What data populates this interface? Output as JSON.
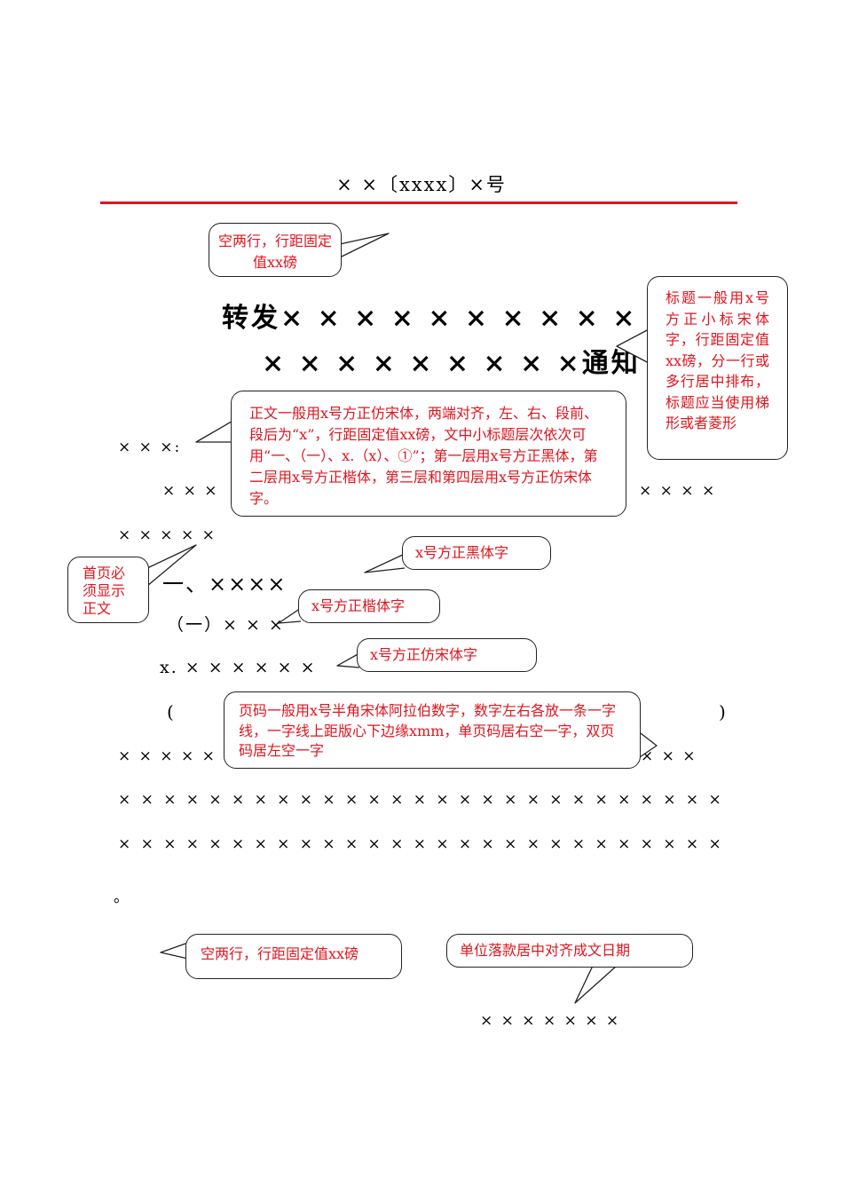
{
  "doc_number": "× ×〔xxxx〕×号",
  "title": {
    "line1": "转发× × × × × × × × × × ×",
    "line2": "× × × × × × × × ×通知"
  },
  "salutation": "× × ×:",
  "body_row_1_left": "× × ×",
  "body_row_1_right": "× × × ×",
  "body_row_2": "× × × × ×",
  "heading_1": "一、××××",
  "heading_2": "（一）× × ×",
  "heading_3": "x.  × × × × × ×",
  "paren_left": "(",
  "paren_right": ")",
  "body_row_3_left": "× × × × ×",
  "body_row_3_right": "× × ×",
  "x_mark": "×",
  "closing_period": "。",
  "signature_date": "× × × × × × ×",
  "callouts": {
    "blank_lines_top": "空两行，行距固定值xx磅",
    "title_rule": "标题一般用x号方正小标宋体字，行距固定值xx磅，分一行或多行居中排布，标题应当使用梯形或者菱形",
    "body_rule": "正文一般用x号方正仿宋体，两端对齐，左、右、段前、段后为“x”，行距固定值xx磅，文中小标题层次依次可用“一、（一）、x.（x）、①”；第一层用x号方正黑体，第二层用x号方正楷体，第三层和第四层用x号方正仿宋体字。",
    "first_page": "首页必须显示正文",
    "heading1_font": "x号方正黑体字",
    "heading2_font": "x号方正楷体字",
    "heading3_font": "x号方正仿宋体字",
    "page_number": "页码一般用x号半角宋体阿拉伯数字，数字左右各放一条一字线，一字线上距版心下边缘xmm，单页码居右空一字，双页码居左空一字",
    "blank_lines_bottom": "空两行，行距固定值xx磅",
    "signature": "单位落款居中对齐成文日期"
  },
  "colors": {
    "accent": "#e0141e"
  }
}
